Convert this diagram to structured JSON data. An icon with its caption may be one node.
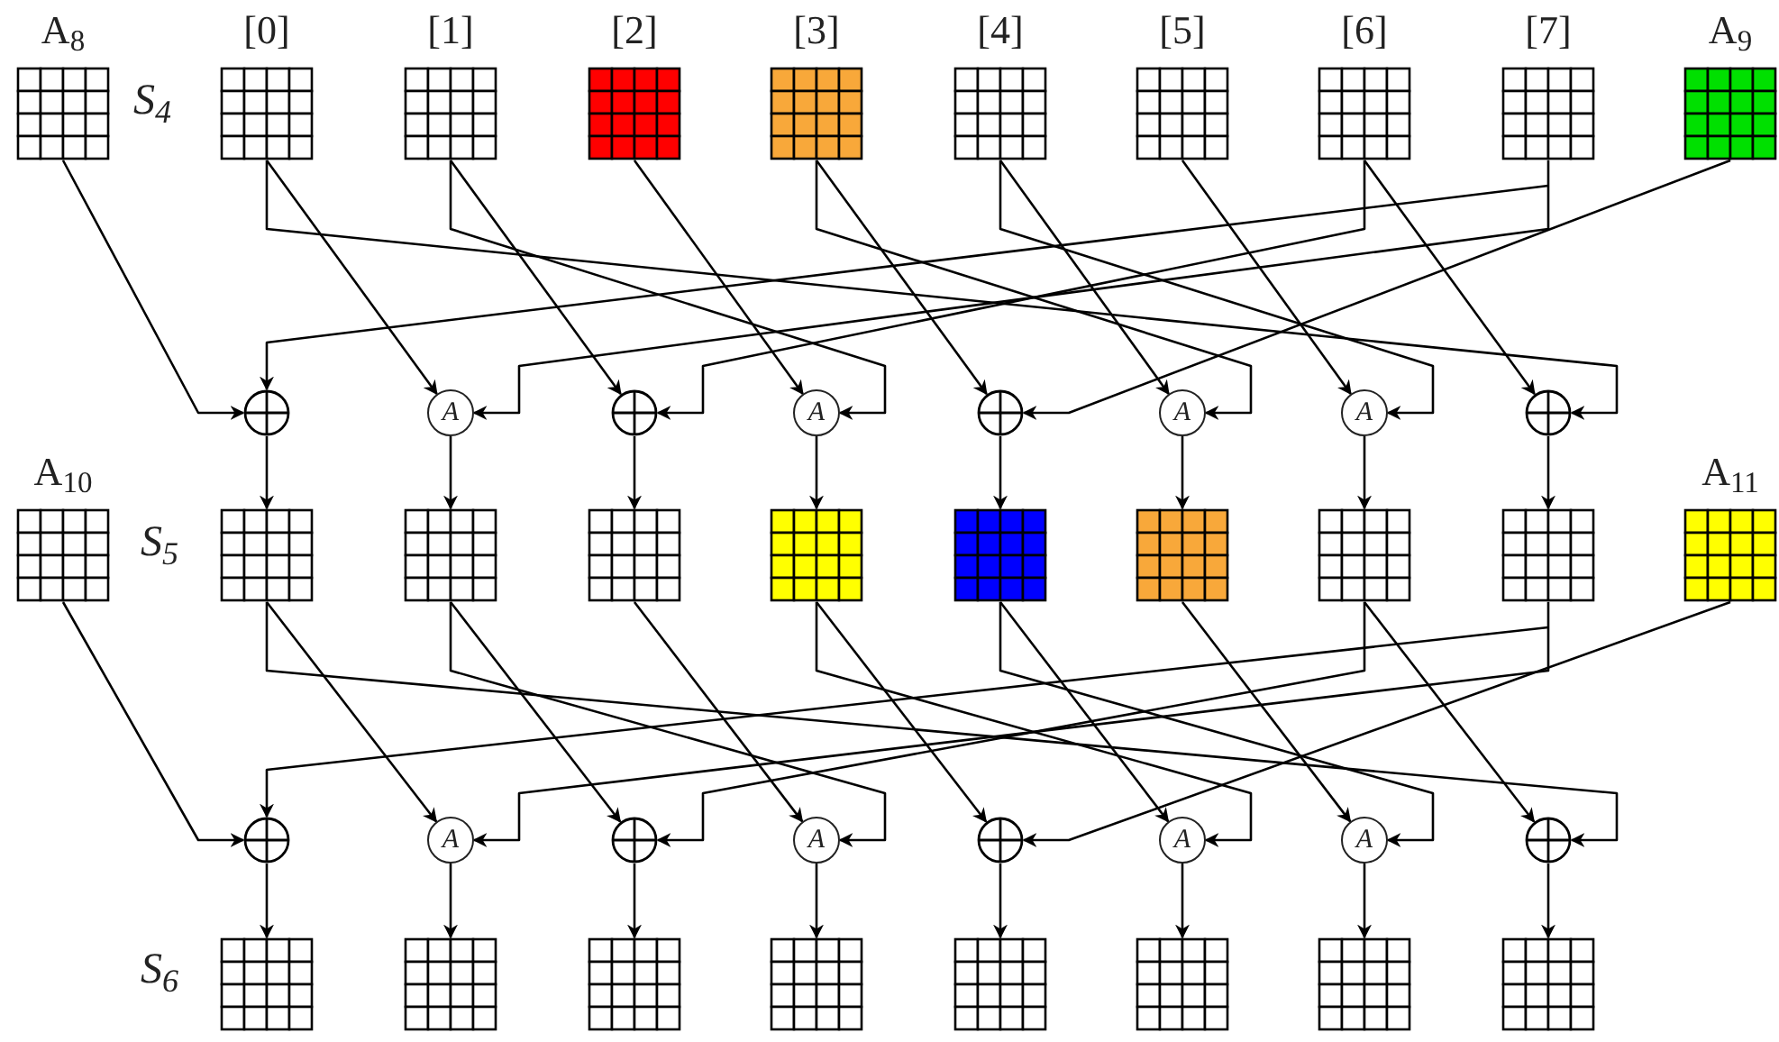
{
  "diagram": {
    "nodes": [
      {
        "text": [
          "A$_{8}$"
        ]
      },
      {
        "text": [
          "[0]"
        ]
      },
      {
        "text": [
          "[1]"
        ]
      },
      {
        "text": [
          "[2]"
        ]
      },
      {
        "text": [
          "[3]"
        ]
      },
      {
        "text": [
          "[4]"
        ]
      },
      {
        "text": [
          "[5]"
        ]
      },
      {
        "text": [
          "[6]"
        ]
      },
      {
        "text": [
          "[7]"
        ]
      },
      {
        "text": [
          "A$_{9}$"
        ]
      },
      {
        "text": [],
        "shape": "xor"
      },
      {
        "text": [
          "A"
        ]
      },
      {
        "text": [],
        "shape": "xor"
      },
      {
        "text": [
          "A"
        ]
      },
      {
        "text": [],
        "shape": "xor"
      },
      {
        "text": [
          "A"
        ]
      },
      {
        "text": [
          "A"
        ]
      },
      {
        "text": [],
        "shape": "xor"
      },
      {
        "text": [
          "A$_{10}$"
        ]
      },
      {
        "text": [],
        "shape": "grid"
      },
      {
        "text": [],
        "shape": "grid"
      },
      {
        "text": [],
        "shape": "grid"
      },
      {
        "text": [],
        "shape": "grid"
      },
      {
        "text": [],
        "shape": "grid"
      },
      {
        "text": [],
        "shape": "grid"
      },
      {
        "text": [],
        "shape": "grid"
      },
      {
        "text": [],
        "shape": "grid"
      },
      {
        "text": [
          "A$_{11}$"
        ]
      },
      {
        "text": [],
        "shape": "xor"
      },
      {
        "text": [
          "A"
        ]
      },
      {
        "text": [],
        "shape": "xor"
      },
      {
        "text": [
          "A"
        ]
      },
      {
        "text": [],
        "shape": "xor"
      },
      {
        "text": [
          "A"
        ]
      },
      {
        "text": [
          "A"
        ]
      },
      {
        "text": [],
        "shape": "xor"
      },
      {
        "text": [],
        "shape": "grid"
      },
      {
        "text": [],
        "shape": "grid"
      },
      {
        "text": [],
        "shape": "grid"
      },
      {
        "text": [],
        "shape": "grid"
      },
      {
        "text": [],
        "shape": "grid"
      },
      {
        "text": [],
        "shape": "grid"
      },
      {
        "text": [],
        "shape": "grid"
      },
      {
        "text": [],
        "shape": "grid"
      }
    ],
    "edges": [
      {
        "from": 0,
        "to": 10,
        "arrow": "to"
      },
      {
        "from": 8,
        "to": 10,
        "arrow": "to"
      },
      {
        "from": 1,
        "to": 11,
        "arrow": "to"
      },
      {
        "from": 8,
        "to": 11,
        "arrow": "to"
      },
      {
        "from": 2,
        "to": 12,
        "arrow": "to"
      },
      {
        "from": 7,
        "to": 12,
        "arrow": "to"
      },
      {
        "from": 3,
        "to": 13,
        "arrow": "to"
      },
      {
        "from": 2,
        "to": 13,
        "arrow": "to"
      },
      {
        "from": 4,
        "to": 14,
        "arrow": "to"
      },
      {
        "from": 9,
        "to": 14,
        "arrow": "to"
      },
      {
        "from": 5,
        "to": 15,
        "arrow": "to"
      },
      {
        "from": 4,
        "to": 15,
        "arrow": "to"
      },
      {
        "from": 6,
        "to": 16,
        "arrow": "to"
      },
      {
        "from": 5,
        "to": 16,
        "arrow": "to"
      },
      {
        "from": 7,
        "to": 17,
        "arrow": "to"
      },
      {
        "from": 1,
        "to": 17,
        "arrow": "to"
      },
      {
        "from": 10,
        "to": 19,
        "arrow": "to"
      },
      {
        "from": 11,
        "to": 20,
        "arrow": "to"
      },
      {
        "from": 12,
        "to": 21,
        "arrow": "to"
      },
      {
        "from": 13,
        "to": 22,
        "arrow": "to"
      },
      {
        "from": 14,
        "to": 23,
        "arrow": "to"
      },
      {
        "from": 15,
        "to": 24,
        "arrow": "to"
      },
      {
        "from": 16,
        "to": 25,
        "arrow": "to"
      },
      {
        "from": 17,
        "to": 26,
        "arrow": "to"
      },
      {
        "from": 18,
        "to": 28,
        "arrow": "to"
      },
      {
        "from": 26,
        "to": 28,
        "arrow": "to"
      },
      {
        "from": 19,
        "to": 29,
        "arrow": "to"
      },
      {
        "from": 26,
        "to": 29,
        "arrow": "to"
      },
      {
        "from": 20,
        "to": 30,
        "arrow": "to"
      },
      {
        "from": 25,
        "to": 30,
        "arrow": "to"
      },
      {
        "from": 21,
        "to": 31,
        "arrow": "to"
      },
      {
        "from": 20,
        "to": 31,
        "arrow": "to"
      },
      {
        "from": 22,
        "to": 32,
        "arrow": "to"
      },
      {
        "from": 27,
        "to": 32,
        "arrow": "to"
      },
      {
        "from": 23,
        "to": 33,
        "arrow": "to"
      },
      {
        "from": 22,
        "to": 33,
        "arrow": "to"
      },
      {
        "from": 24,
        "to": 34,
        "arrow": "to"
      },
      {
        "from": 23,
        "to": 34,
        "arrow": "to"
      },
      {
        "from": 25,
        "to": 35,
        "arrow": "to"
      },
      {
        "from": 19,
        "to": 35,
        "arrow": "to"
      },
      {
        "from": 28,
        "to": 36,
        "arrow": "to"
      },
      {
        "from": 29,
        "to": 37,
        "arrow": "to"
      },
      {
        "from": 30,
        "to": 38,
        "arrow": "to"
      },
      {
        "from": 31,
        "to": 39,
        "arrow": "to"
      },
      {
        "from": 32,
        "to": 40,
        "arrow": "to"
      },
      {
        "from": 33,
        "to": 41,
        "arrow": "to"
      },
      {
        "from": 34,
        "to": 42,
        "arrow": "to"
      },
      {
        "from": 35,
        "to": 43,
        "arrow": "to"
      }
    ],
    "labels": [
      "S$_{4}$",
      "S$_{5}$",
      "S$_{6}$"
    ]
  }
}
